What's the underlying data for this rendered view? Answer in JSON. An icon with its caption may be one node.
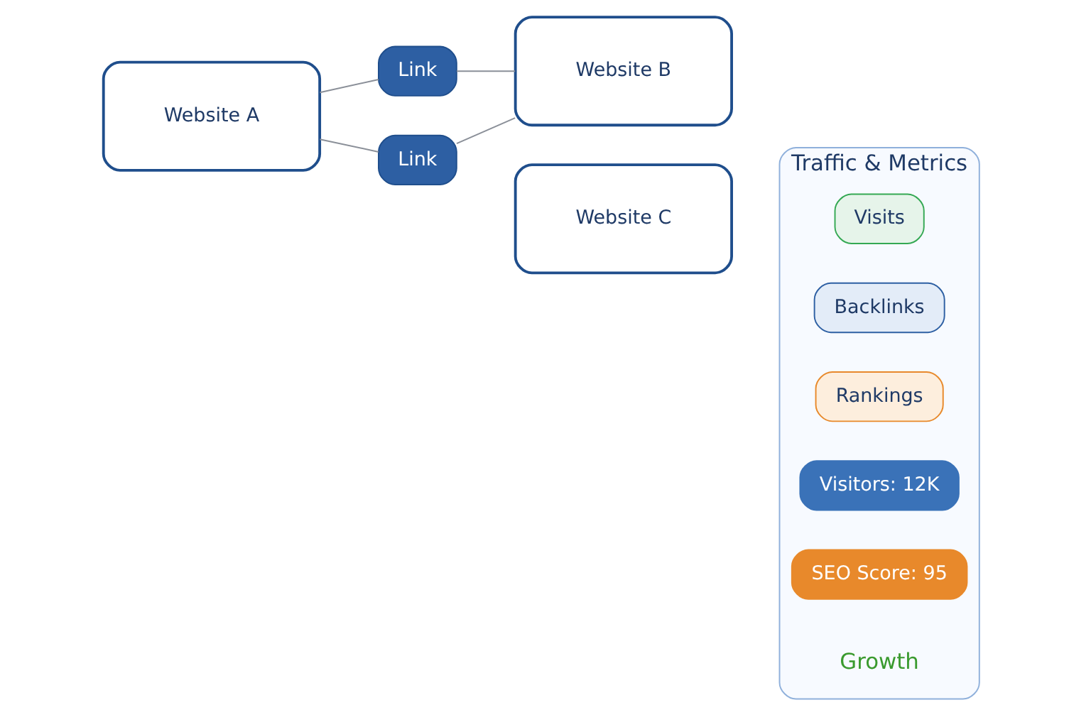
{
  "diagram": {
    "nodes": [
      {
        "text": [
          "Website A"
        ]
      },
      {
        "text": [
          "Link"
        ]
      },
      {
        "text": [
          "Website B"
        ]
      },
      {
        "text": [
          "Link"
        ]
      },
      {
        "text": [
          "Website C"
        ]
      },
      {
        "text": [
          "Traffic & Metrics"
        ]
      },
      {
        "text": [
          "Visits"
        ],
        "in": 5
      },
      {
        "text": [
          "Backlinks"
        ],
        "in": 5
      },
      {
        "text": [
          "Rankings"
        ],
        "in": 5
      },
      {
        "text": [
          "Visitors: 12K"
        ],
        "in": 5
      },
      {
        "text": [
          "SEO Score: 95"
        ],
        "in": 5
      }
    ],
    "edges": [
      {
        "from": 0,
        "to": 1,
        "arrow": "none"
      },
      {
        "from": 1,
        "to": 2,
        "arrow": "none"
      },
      {
        "from": 0,
        "to": 3,
        "arrow": "none"
      },
      {
        "from": 3,
        "to": 2,
        "arrow": "none"
      }
    ],
    "labels": [
      "Growth"
    ]
  }
}
